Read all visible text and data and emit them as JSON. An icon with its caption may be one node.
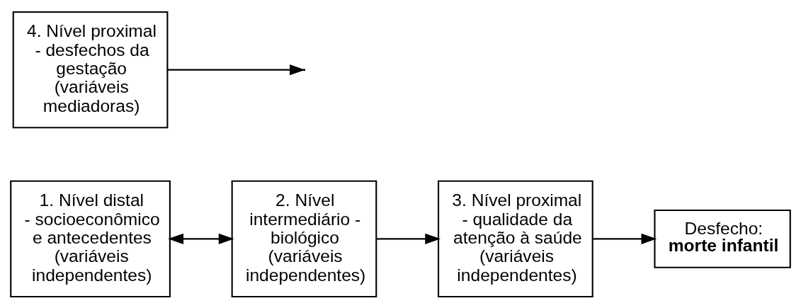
{
  "diagram": {
    "nodes": [
      {
        "text": [
          "1. Nível distal - socioeconômico e antecedentes (variáveis independentes)"
        ]
      },
      {
        "text": [
          "2. Nível intermediário - biológico (variáveis independentes)"
        ]
      },
      {
        "text": [
          "3. Nível proximal - qualidade da atenção à saúde (variáveis independentes)"
        ]
      },
      {
        "text": [
          "Desfecho:",
          "morte infantil"
        ]
      },
      {
        "text": [
          "4. Nível proximal - desfechos da gestação (variáveis mediadoras)"
        ]
      }
    ],
    "edges": [
      {
        "from": 0,
        "to": 1,
        "arrow": "both"
      },
      {
        "from": 1,
        "to": 2,
        "arrow": "to"
      },
      {
        "from": 2,
        "to": 3,
        "arrow": "to"
      },
      {
        "from": 4,
        "to": null,
        "arrow": "to"
      }
    ]
  }
}
